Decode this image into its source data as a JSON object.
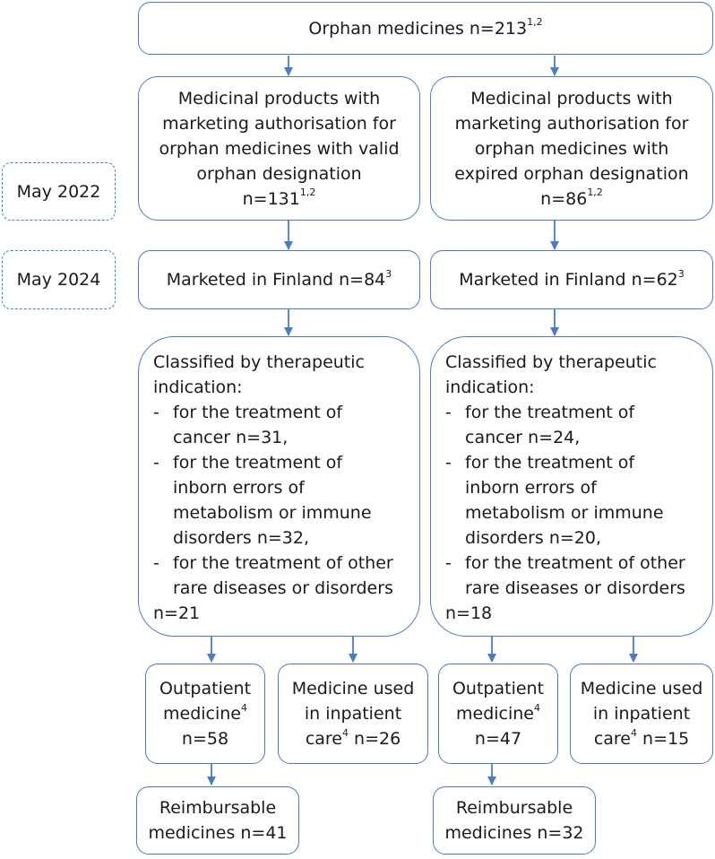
{
  "dates": {
    "d1": "May 2022",
    "d2": "May 2024"
  },
  "top": {
    "text": "Orphan medicines n=213",
    "sup": "1,2"
  },
  "valid": {
    "lines": [
      "Medicinal products with",
      "marketing authorisation for",
      "orphan medicines with valid",
      "orphan designation"
    ],
    "count": "n=131",
    "sup": "1,2"
  },
  "expired": {
    "lines": [
      "Medicinal products with",
      "marketing authorisation for",
      "orphan medicines with",
      "expired orphan designation"
    ],
    "count": "n=86",
    "sup": "1,2"
  },
  "marketed_left": {
    "text": "Marketed in Finland n=84",
    "sup": "3"
  },
  "marketed_right": {
    "text": "Marketed in Finland n=62",
    "sup": "3"
  },
  "class_left": {
    "heading1": "Classified by therapeutic",
    "heading2": "indication:",
    "dash": "-",
    "items": [
      [
        "for the treatment of",
        "cancer n=31,"
      ],
      [
        "for the treatment of",
        "inborn errors of",
        "metabolism or immune",
        "disorders n=32,"
      ],
      [
        "for the treatment of other",
        "rare diseases or disorders",
        "n=21"
      ]
    ]
  },
  "class_right": {
    "heading1": "Classified by therapeutic",
    "heading2": "indication:",
    "dash": "-",
    "items": [
      [
        "for the treatment of",
        "cancer n=24,"
      ],
      [
        "for the treatment of",
        "inborn errors of",
        "metabolism or immune",
        "disorders n=20,"
      ],
      [
        "for the treatment of other",
        "rare diseases or disorders",
        "n=18"
      ]
    ]
  },
  "out_left": {
    "line1": "Outpatient",
    "line2": "medicine",
    "sup": "4",
    "line3": "n=58"
  },
  "in_left": {
    "line1": "Medicine used",
    "line2": "in inpatient",
    "line3a": "care",
    "sup": "4",
    "line3b": " n=26"
  },
  "out_right": {
    "line1": "Outpatient",
    "line2": "medicine",
    "sup": "4",
    "line3": "n=47"
  },
  "in_right": {
    "line1": "Medicine used",
    "line2": "in inpatient",
    "line3a": "care",
    "sup": "4",
    "line3b": " n=15"
  },
  "reimb_left": {
    "line1": "Reimbursable",
    "line2": "medicines n=41"
  },
  "reimb_right": {
    "line1": "Reimbursable",
    "line2": "medicines n=32"
  },
  "colors": {
    "border": "#4a7bc8",
    "arrow": "#4a7bc8",
    "text": "#1a1a1a"
  }
}
